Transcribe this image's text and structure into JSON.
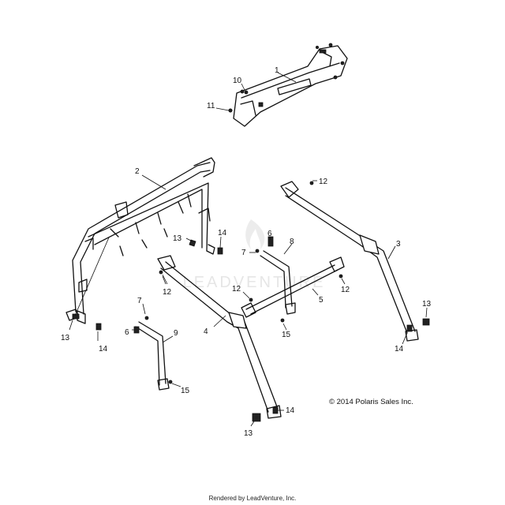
{
  "diagram": {
    "callouts": [
      "1",
      "10",
      "11",
      "2",
      "12",
      "3",
      "13",
      "14",
      "6",
      "7",
      "8",
      "13",
      "12",
      "5",
      "12",
      "4",
      "15",
      "7",
      "6",
      "9",
      "13",
      "14",
      "15",
      "14",
      "13"
    ]
  },
  "copyright": "© 2014 Polaris Sales Inc.",
  "footer": "Rendered by LeadVenture, Inc.",
  "watermark": "LEADVENTURE",
  "colors": {
    "line": "#111111",
    "watermark": "#e6e6e6",
    "background": "#ffffff"
  }
}
